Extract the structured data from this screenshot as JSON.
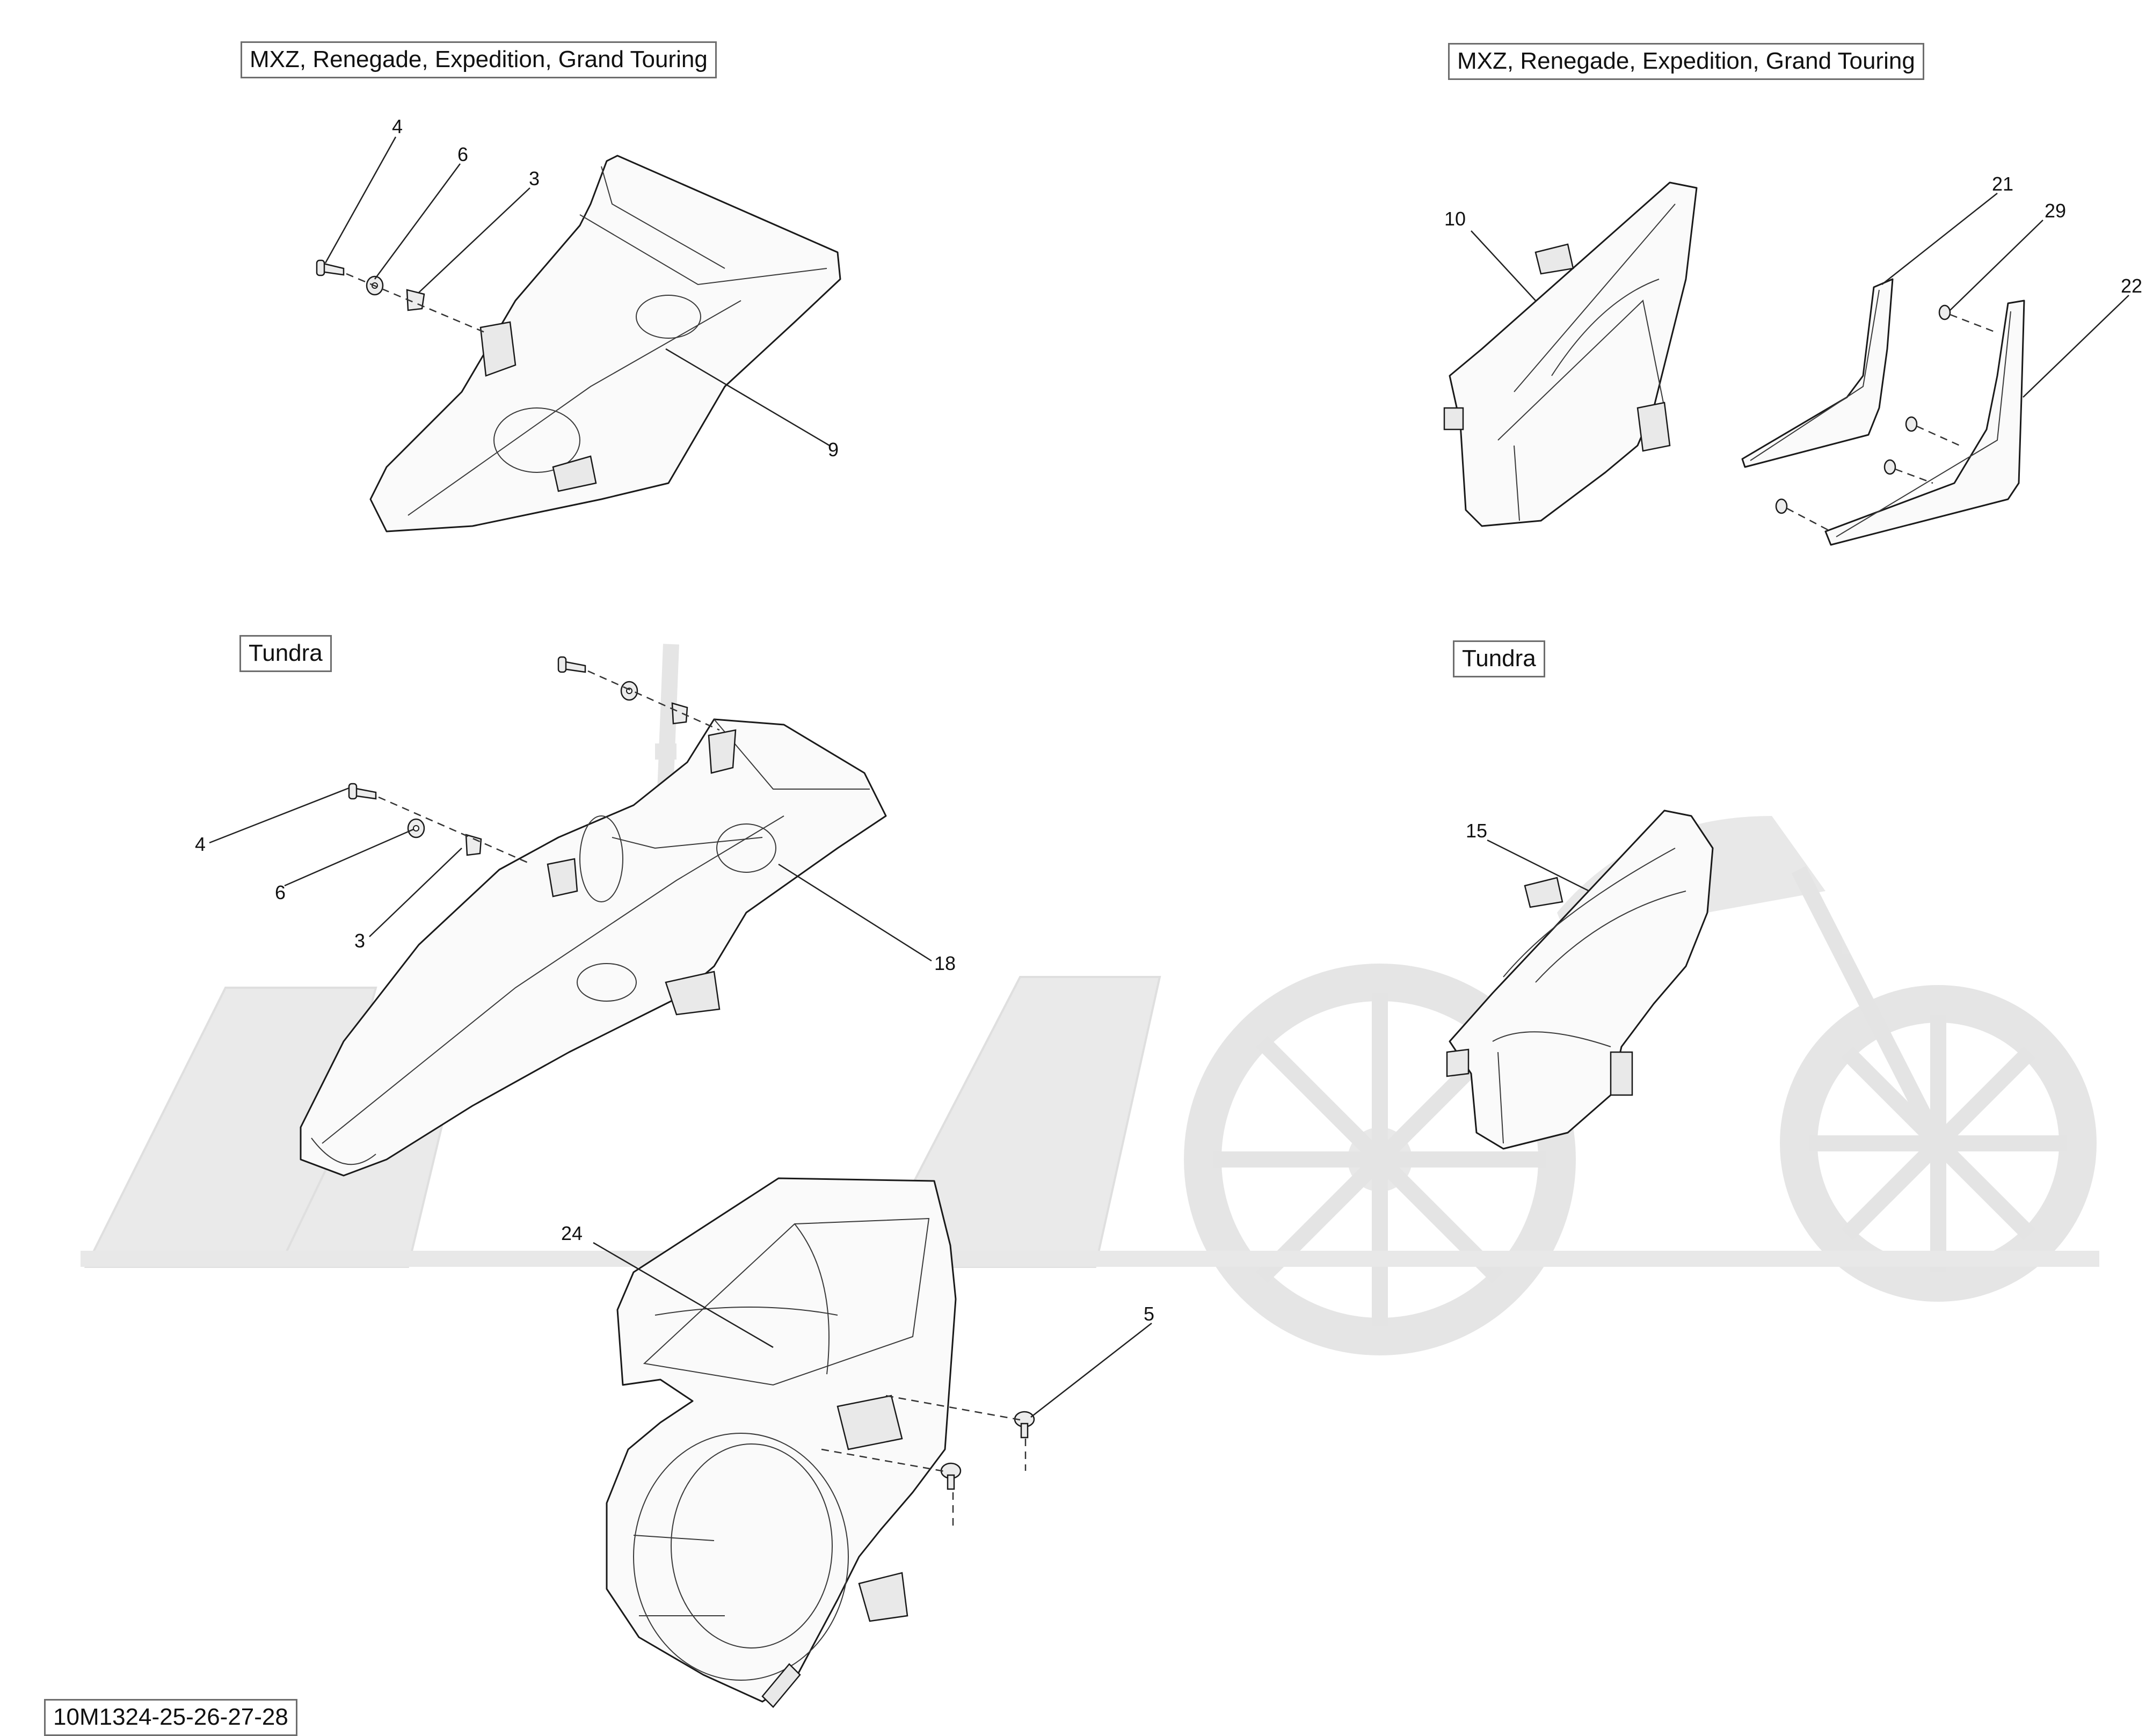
{
  "groups": {
    "top_left": "MXZ, Renegade, Expedition, Grand Touring",
    "top_right": "MXZ, Renegade, Expedition, Grand Touring",
    "mid_left": "Tundra",
    "mid_right": "Tundra"
  },
  "diagram_code": "10M1324-25-26-27-28",
  "callouts": {
    "c4a": "4",
    "c6a": "6",
    "c3a": "3",
    "c9": "9",
    "c4b": "4",
    "c6b": "6",
    "c3b": "3",
    "c18": "18",
    "c10": "10",
    "c21": "21",
    "c29": "29",
    "c22": "22",
    "c15": "15",
    "c24": "24",
    "c5": "5"
  }
}
